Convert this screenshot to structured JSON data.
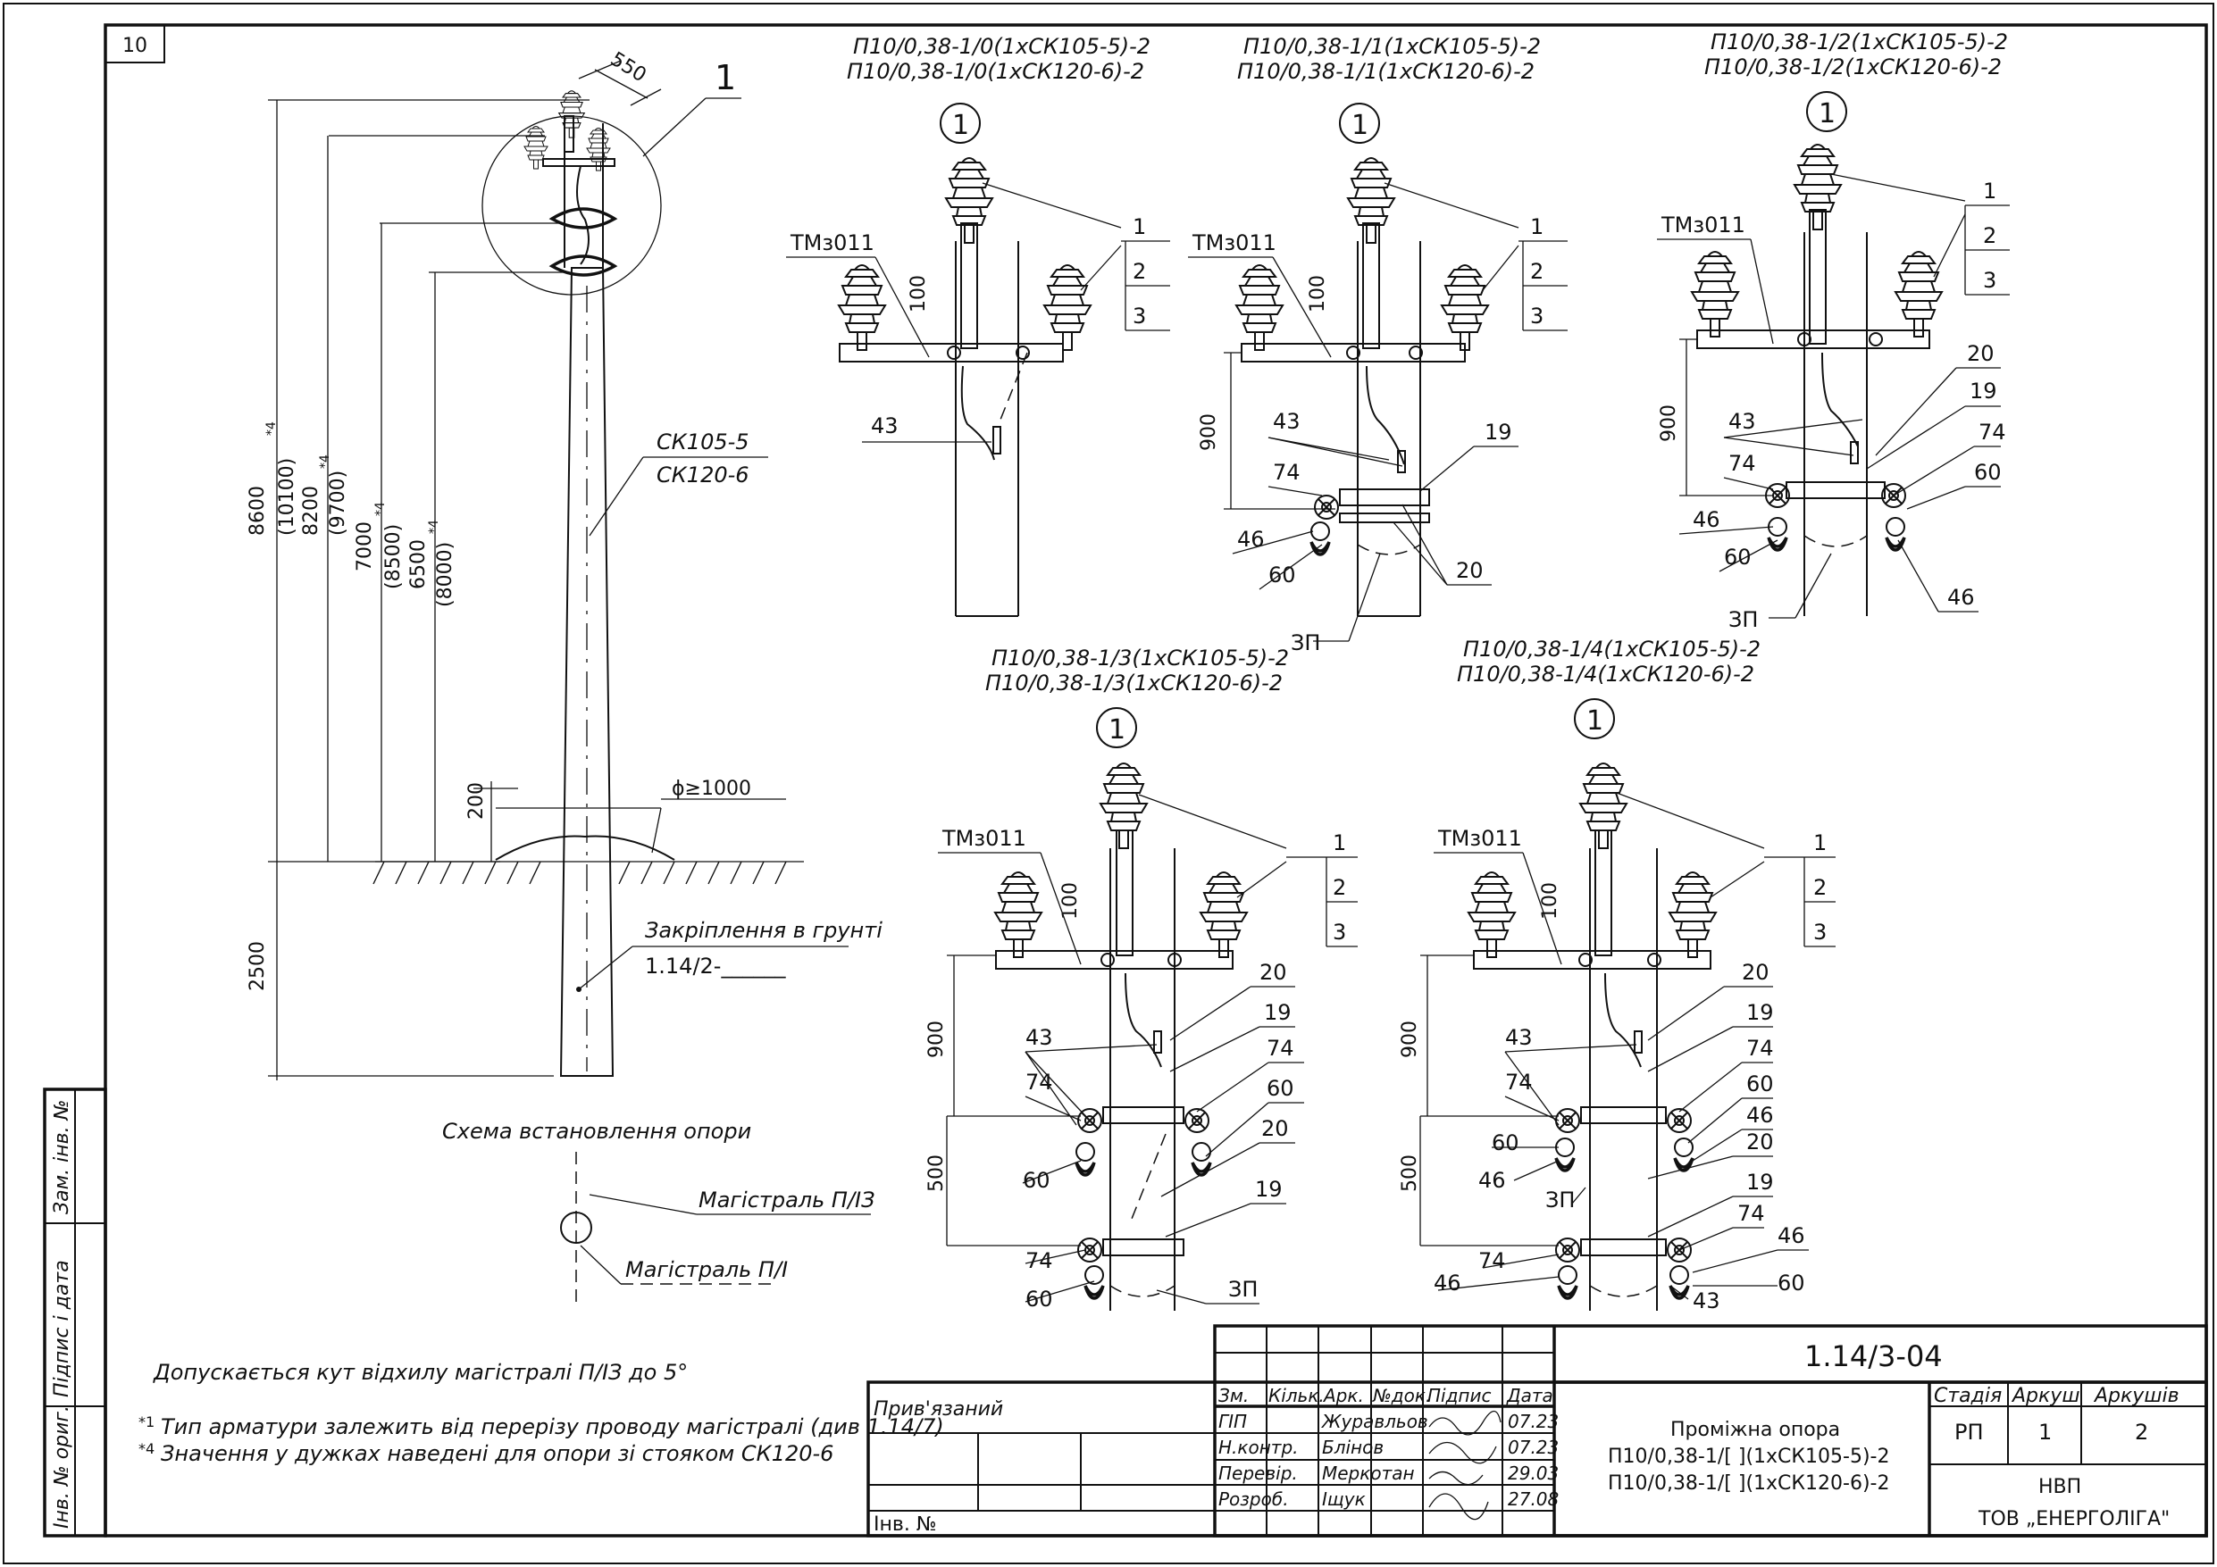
{
  "sheet_number": "10",
  "main_view": {
    "callout": "1",
    "dim_top": "550",
    "pole_label_1": "СК105-5",
    "pole_label_2": "СК120-6",
    "heights": [
      {
        "main": "8600",
        "alt": "(10100)",
        "mark": "*4"
      },
      {
        "main": "8200",
        "alt": "(9700)",
        "mark": "*4"
      },
      {
        "main": "7000",
        "alt": "(8500)",
        "mark": "*4"
      },
      {
        "main": "6500",
        "alt": "(8000)",
        "mark": "*4"
      }
    ],
    "dim_200": "200",
    "dim_phi": "ϕ≥1000",
    "dim_2500": "2500",
    "ground_fix_label": "Закріплення в грунті",
    "ground_fix_ref": "1.14/2-______"
  },
  "scheme": {
    "title": "Схема встановлення опори",
    "line_1": "Магістраль П/ІЗ",
    "line_2": "Магістраль П/І"
  },
  "variants": [
    {
      "title_1": "П10/0,38-1/0(1хСК105-5)-2",
      "title_2": "П10/0,38-1/0(1хСК120-6)-2",
      "callout": "1",
      "labels": [
        "ТМз011",
        "100",
        "1",
        "2",
        "3",
        "43"
      ]
    },
    {
      "title_1": "П10/0,38-1/1(1хСК105-5)-2",
      "title_2": "П10/0,38-1/1(1хСК120-6)-2",
      "callout": "1",
      "labels": [
        "ТМз011",
        "100",
        "1",
        "2",
        "3",
        "900",
        "43",
        "19",
        "74",
        "46",
        "60",
        "20",
        "ЗП"
      ]
    },
    {
      "title_1": "П10/0,38-1/2(1хСК105-5)-2",
      "title_2": "П10/0,38-1/2(1хСК120-6)-2",
      "callout": "1",
      "labels": [
        "ТМз011",
        "1",
        "2",
        "3",
        "20",
        "900",
        "43",
        "19",
        "74",
        "74",
        "60",
        "46",
        "60",
        "ЗП",
        "46"
      ]
    },
    {
      "title_1": "П10/0,38-1/3(1хСК105-5)-2",
      "title_2": "П10/0,38-1/3(1хСК120-6)-2",
      "callout": "1",
      "labels": [
        "ТМз011",
        "100",
        "1",
        "2",
        "3",
        "20",
        "900",
        "43",
        "19",
        "74",
        "74",
        "60",
        "500",
        "60",
        "20",
        "19",
        "74",
        "60",
        "ЗП"
      ]
    },
    {
      "title_1": "П10/0,38-1/4(1хСК105-5)-2",
      "title_2": "П10/0,38-1/4(1хСК120-6)-2",
      "callout": "1",
      "labels": [
        "ТМз011",
        "100",
        "1",
        "2",
        "3",
        "20",
        "900",
        "43",
        "19",
        "74",
        "74",
        "60",
        "60",
        "46",
        "46",
        "500",
        "ЗП",
        "20",
        "19",
        "74",
        "46",
        "74",
        "46",
        "60",
        "43"
      ]
    }
  ],
  "notes": {
    "angle": "Допускається кут відхилу магістралі П/ІЗ до 5°",
    "note_1_mark": "*1",
    "note_1": "Тип арматури залежить від перерізу проводу магістралі (див 1.14/7)",
    "note_2_mark": "*4",
    "note_2": "Значення у дужках наведені для опори зі стояком СК120-6"
  },
  "side_stamp": [
    "Зам. інв. №",
    "Підпис і дата",
    "Інв. № ориг."
  ],
  "title_block": {
    "code": "1.14/3-04",
    "attached": "Прив'язаний",
    "inv_no": "Інв. №",
    "header": [
      "Зм.",
      "Кільк.",
      "Арк.",
      "№док.",
      "Підпис",
      "Дата"
    ],
    "roles": [
      {
        "role": "ГІП",
        "name": "Журавльов",
        "date": "07.23"
      },
      {
        "role": "Н.контр.",
        "name": "Блінов",
        "date": "07.23"
      },
      {
        "role": "Перевір.",
        "name": "Меркотан",
        "date": "29.03"
      },
      {
        "role": "Розроб.",
        "name": "Іщук",
        "date": "27.08"
      }
    ],
    "doc_title_1": "Проміжна опора",
    "doc_title_2": "П10/0,38-1/[   ](1хСК105-5)-2",
    "doc_title_3": "П10/0,38-1/[   ](1хСК120-6)-2",
    "stage_h": "Стадія",
    "sheet_h": "Аркуш",
    "sheets_h": "Аркушів",
    "stage": "РП",
    "sheet": "1",
    "sheets": "2",
    "org_1": "НВП",
    "org_2": "ТОВ „ЕНЕРГОЛІГА\""
  }
}
